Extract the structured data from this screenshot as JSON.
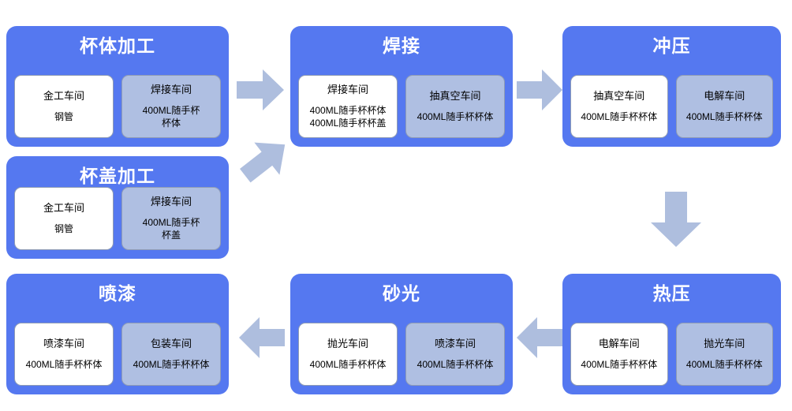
{
  "diagram": {
    "title_semantic": "production-process-flow",
    "colors": {
      "stage_panel": "#5578F0",
      "card_primary": "#FFFFFF",
      "card_secondary": "#AFBFE2",
      "arrow": "#AEBEDE",
      "title_text": "#FFFFFF",
      "body_text": "#000000",
      "background": "#FFFFFF"
    },
    "stages": [
      {
        "id": "cup-body-processing",
        "title": "杯体加工",
        "cards": [
          {
            "id": "metalwork-workshop",
            "style": "white",
            "title": "金工车间",
            "lines": [
              "钢管"
            ]
          },
          {
            "id": "welding-workshop",
            "style": "gray",
            "title": "焊接车间",
            "lines": [
              "400ML随手杯杯体"
            ]
          }
        ]
      },
      {
        "id": "welding",
        "title": "焊接",
        "cards": [
          {
            "id": "welding-workshop",
            "style": "white",
            "title": "焊接车间",
            "lines": [
              "400ML随手杯杯体",
              "400ML随手杯杯盖"
            ]
          },
          {
            "id": "vacuum-workshop",
            "style": "gray",
            "title": "抽真空车间",
            "lines": [
              "400ML随手杯杯体"
            ]
          }
        ]
      },
      {
        "id": "stamping",
        "title": "冲压",
        "cards": [
          {
            "id": "vacuum-workshop",
            "style": "white",
            "title": "抽真空车间",
            "lines": [
              "400ML随手杯杯体"
            ]
          },
          {
            "id": "electrolysis-workshop",
            "style": "gray",
            "title": "电解车间",
            "lines": [
              "400ML随手杯杯体"
            ]
          }
        ]
      },
      {
        "id": "cup-lid-processing",
        "title": "杯盖加工",
        "cards": [
          {
            "id": "metalwork-workshop",
            "style": "white",
            "title": "金工车间",
            "lines": [
              "钢管"
            ]
          },
          {
            "id": "welding-workshop",
            "style": "gray",
            "title": "焊接车间",
            "lines": [
              "400ML随手杯杯盖"
            ]
          }
        ]
      },
      {
        "id": "hot-pressing",
        "title": "热压",
        "cards": [
          {
            "id": "electrolysis-workshop",
            "style": "white",
            "title": "电解车间",
            "lines": [
              "400ML随手杯杯体"
            ]
          },
          {
            "id": "polishing-workshop",
            "style": "gray",
            "title": "抛光车间",
            "lines": [
              "400ML随手杯杯体"
            ]
          }
        ]
      },
      {
        "id": "sanding",
        "title": "砂光",
        "cards": [
          {
            "id": "polishing-workshop",
            "style": "white",
            "title": "抛光车间",
            "lines": [
              "400ML随手杯杯体"
            ]
          },
          {
            "id": "painting-workshop",
            "style": "gray",
            "title": "喷漆车间",
            "lines": [
              "400ML随手杯杯体"
            ]
          }
        ]
      },
      {
        "id": "painting",
        "title": "喷漆",
        "cards": [
          {
            "id": "painting-workshop",
            "style": "white",
            "title": "喷漆车间",
            "lines": [
              "400ML随手杯杯体"
            ]
          },
          {
            "id": "packaging-workshop",
            "style": "gray",
            "title": "包装车间",
            "lines": [
              "400ML随手杯杯体"
            ]
          }
        ]
      }
    ],
    "arrows": [
      {
        "id": "arrow-body-to-welding",
        "direction": "right"
      },
      {
        "id": "arrow-lid-to-welding",
        "direction": "up-right"
      },
      {
        "id": "arrow-welding-to-stamping",
        "direction": "right"
      },
      {
        "id": "arrow-stamping-to-hotpress",
        "direction": "down"
      },
      {
        "id": "arrow-hotpress-to-sanding",
        "direction": "left"
      },
      {
        "id": "arrow-sanding-to-painting",
        "direction": "left"
      }
    ]
  }
}
